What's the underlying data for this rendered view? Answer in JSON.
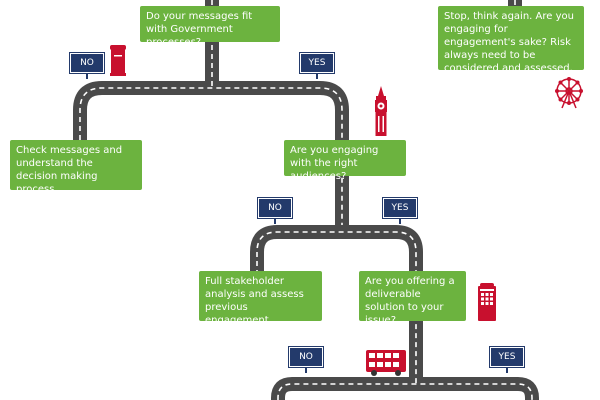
{
  "colors": {
    "road": "#4a4a4a",
    "road_marking": "#ffffff",
    "box": "#6cb33f",
    "sign": "#233a6b",
    "landmark": "#c8102e"
  },
  "boxes": {
    "q_fit": "Do your messages fit with Government processes?",
    "stop": "Stop, think again. Are you engaging for engagement's sake? Risk always need to be considered and assessed.",
    "check_messages": "Check messages and understand the decision making process.",
    "q_audiences": "Are you engaging with the right audiences?",
    "stakeholder": "Full stakeholder analysis and assess previous engagement.",
    "q_solution": "Are you offering a deliverable solution to your issue?"
  },
  "signs": {
    "no": "NO",
    "yes": "YES"
  },
  "icons": {
    "post_box": "post-box-icon",
    "big_ben": "big-ben-icon",
    "london_eye": "london-eye-icon",
    "phone_box": "phone-box-icon",
    "bus": "double-decker-bus-icon"
  }
}
